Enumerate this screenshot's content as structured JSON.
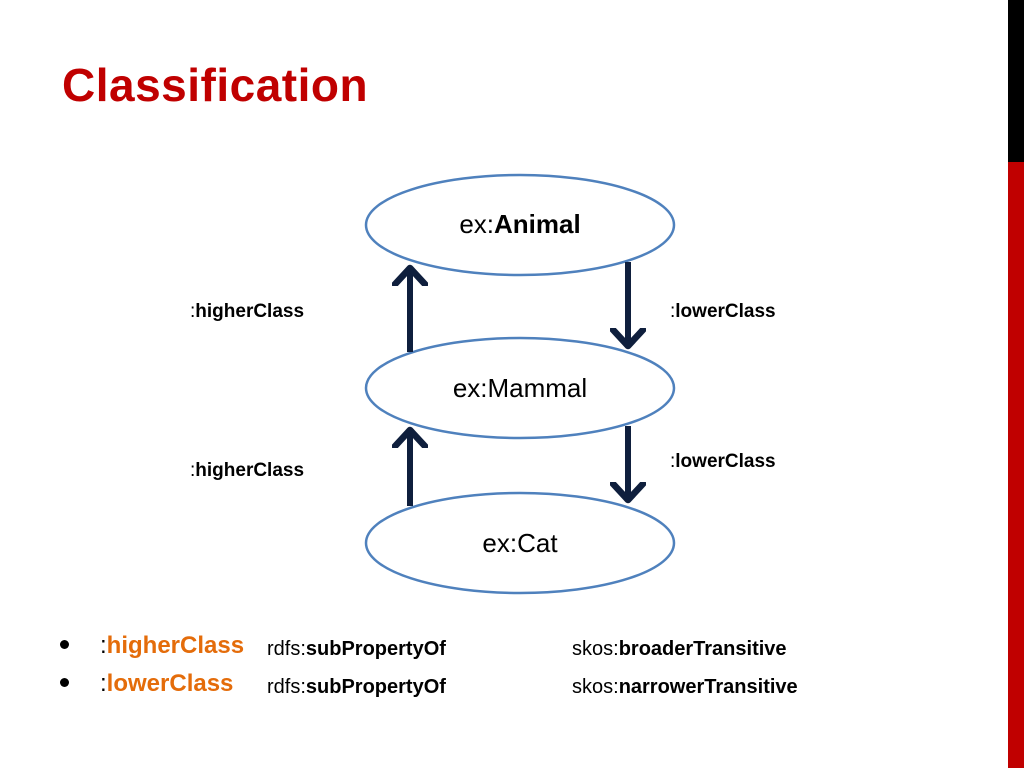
{
  "slide": {
    "title": "Classification"
  },
  "diagram": {
    "nodes": [
      {
        "prefix": "ex:",
        "name": "Animal",
        "bold": true
      },
      {
        "prefix": "ex:",
        "name": "Mammal",
        "bold": false
      },
      {
        "prefix": "ex:",
        "name": "Cat",
        "bold": false
      }
    ],
    "edges": {
      "higher_1": {
        "colon": ":",
        "name": "higherClass"
      },
      "lower_1": {
        "colon": ":",
        "name": "lowerClass"
      },
      "higher_2": {
        "colon": ":",
        "name": "higherClass"
      },
      "lower_2": {
        "colon": ":",
        "name": "lowerClass"
      }
    },
    "colors": {
      "ellipse_stroke": "#4f81bd",
      "arrow": "#0f1f3d"
    }
  },
  "bullets": [
    {
      "colon": ":",
      "term": "higherClass",
      "rel_prefix": "rdfs:",
      "rel_name": "subPropertyOf",
      "target_prefix": "skos:",
      "target_name": "broaderTransitive"
    },
    {
      "colon": ":",
      "term": "lowerClass",
      "rel_prefix": "rdfs:",
      "rel_name": "subPropertyOf",
      "target_prefix": "skos:",
      "target_name": "narrowerTransitive"
    }
  ],
  "colors": {
    "title": "#c00000",
    "accent_term": "#e46c0a",
    "side_bar_top": "#000000",
    "side_bar_bottom": "#c00000"
  }
}
